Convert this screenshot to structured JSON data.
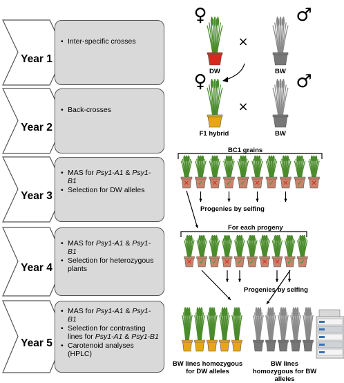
{
  "years": [
    {
      "label": "Year 1",
      "bullets": [
        [
          "Inter-specific crosses"
        ]
      ]
    },
    {
      "label": "Year 2",
      "bullets": [
        [
          "Back-crosses"
        ]
      ]
    },
    {
      "label": "Year 3",
      "bullets": [
        [
          "MAS for ",
          {
            "i": "Psy1-A1"
          },
          " & ",
          {
            "i": "Psy1-B1"
          }
        ],
        [
          "Selection for DW alleles"
        ]
      ]
    },
    {
      "label": "Year 4",
      "bullets": [
        [
          "MAS for ",
          {
            "i": "Psy1-A1"
          },
          " & ",
          {
            "i": "Psy1-B1"
          }
        ],
        [
          "Selection for heterozygous plants"
        ]
      ]
    },
    {
      "label": "Year 5",
      "bullets": [
        [
          "MAS for ",
          {
            "i": "Psy1-A1"
          },
          " & ",
          {
            "i": "Psy1-B1"
          }
        ],
        [
          "Selection for contrasting lines for ",
          {
            "i": "Psy1-A1"
          },
          " & ",
          {
            "i": "Psy1-B1"
          }
        ],
        [
          "Carotenoid analyses (HPLC)"
        ]
      ]
    }
  ],
  "labels": {
    "dw": "DW",
    "bw": "BW",
    "f1": "F1 hybrid",
    "bw2": "BW",
    "bc1": "BC1 grains",
    "progenies1": "Progenies by selfing",
    "each": "For each progeny",
    "progenies2": "Progenies by selfing",
    "bw_dw": "BW lines homozygous for DW alleles",
    "bw_bw": "BW lines homozygous for BW alleles"
  },
  "symbols": {
    "female": "♀",
    "male": "♂",
    "cross": "×",
    "check": "✓",
    "cross_mark": "✕"
  },
  "colors": {
    "red_pot": "#d62a1e",
    "yellow_pot": "#e8a617",
    "gray_pot": "#777777",
    "terracotta": "#c8836a",
    "green_leaf": "#4a8b2c",
    "gray_leaf": "#8a8a8a",
    "check": "#2e9b3a",
    "x": "#d9261c"
  },
  "row3_marks": [
    "x",
    "check",
    "x",
    "check",
    "check",
    "x",
    "check",
    "x",
    "check",
    "x"
  ],
  "row4_marks": [
    "x",
    "check",
    "check",
    "x",
    "check",
    "check",
    "x",
    "x",
    "check",
    "check"
  ]
}
